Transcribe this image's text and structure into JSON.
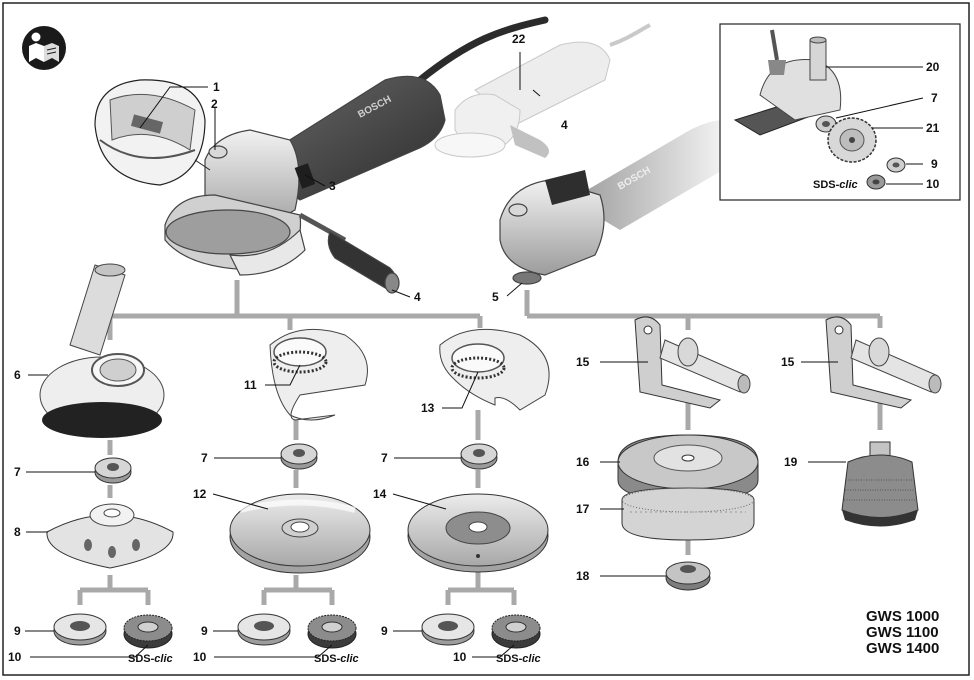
{
  "callouts": {
    "c1": "1",
    "c2": "2",
    "c3": "3",
    "c4a": "4",
    "c4b": "4",
    "c5": "5",
    "c6": "6",
    "c7a": "7",
    "c7b": "7",
    "c7c": "7",
    "c7d": "7",
    "c8": "8",
    "c9a": "9",
    "c9b": "9",
    "c9c": "9",
    "c9d": "9",
    "c10a": "10",
    "c10b": "10",
    "c10c": "10",
    "c10d": "10",
    "c11": "11",
    "c12": "12",
    "c13": "13",
    "c14": "14",
    "c15a": "15",
    "c15b": "15",
    "c16": "16",
    "c17": "17",
    "c18": "18",
    "c19": "19",
    "c20": "20",
    "c21": "21",
    "c22": "22"
  },
  "sds": {
    "prefix": "SDS-",
    "suffix": "clic"
  },
  "models": [
    "GWS 1000",
    "GWS 1100",
    "GWS 1400"
  ],
  "colors": {
    "tool_dark": "#3a3a3a",
    "tool_light": "#e6e6e6",
    "metal": "#b5b5b5",
    "connector": "#a9a9a9",
    "icon_bg": "#1a1a1a"
  },
  "icons": [
    "read-manual-icon"
  ]
}
